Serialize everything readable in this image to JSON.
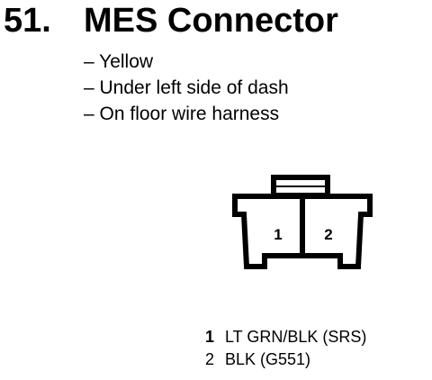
{
  "header": {
    "number": "51.",
    "title": "MES Connector"
  },
  "details": [
    "– Yellow",
    "– Under left side of dash",
    "– On floor wire harness"
  ],
  "connector": {
    "cavity_1": "1",
    "cavity_2": "2"
  },
  "pins": [
    {
      "num": "1",
      "desc": "LT GRN/BLK (SRS)"
    },
    {
      "num": "2",
      "desc": "BLK (G551)"
    }
  ]
}
